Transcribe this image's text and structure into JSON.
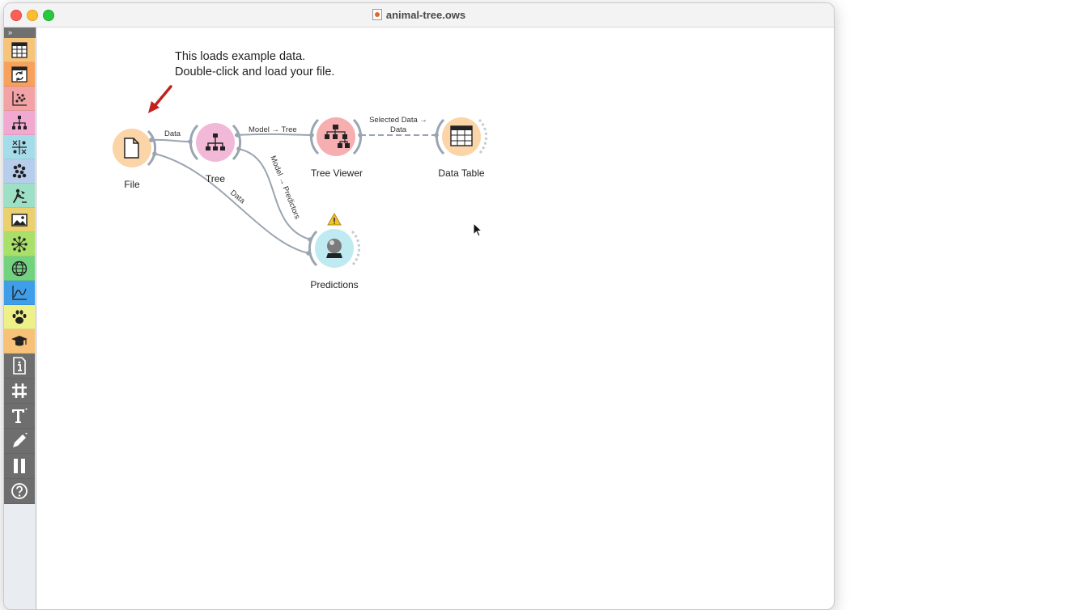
{
  "window": {
    "title": "animal-tree.ows"
  },
  "sidebar": {
    "collapse_label": "»",
    "categories": [
      {
        "name": "data",
        "color": "#f6c47a",
        "icon": "table-icon"
      },
      {
        "name": "transform",
        "color": "#f7a15c",
        "icon": "transform-icon"
      },
      {
        "name": "visualize",
        "color": "#f3a2a5",
        "icon": "scatter-icon"
      },
      {
        "name": "model",
        "color": "#f2a9d1",
        "icon": "tree-icon"
      },
      {
        "name": "evaluate",
        "color": "#a5dcea",
        "icon": "evaluate-icon"
      },
      {
        "name": "unsupervised",
        "color": "#b6cdec",
        "icon": "cluster-icon"
      },
      {
        "name": "educational",
        "color": "#9ee0c6",
        "icon": "miner-icon"
      },
      {
        "name": "image-analytics",
        "color": "#ead06e",
        "icon": "image-icon"
      },
      {
        "name": "network",
        "color": "#a9e06a",
        "icon": "network-icon"
      },
      {
        "name": "geo",
        "color": "#73d27f",
        "icon": "globe-icon"
      },
      {
        "name": "timeseries",
        "color": "#3e9ee9",
        "icon": "timeseries-icon"
      },
      {
        "name": "bioinformatics",
        "color": "#eef08a",
        "icon": "paw-icon"
      },
      {
        "name": "education",
        "color": "#f7c178",
        "icon": "mortarboard-icon"
      }
    ],
    "tools": [
      "info-icon",
      "grid-icon",
      "text-icon",
      "pencil-icon",
      "pause-icon",
      "help-icon"
    ]
  },
  "annotation": {
    "line1": "This loads example data.",
    "line2": "Double-click and load your file."
  },
  "widgets": {
    "file": {
      "label": "File",
      "color": "#fbd5a8"
    },
    "tree": {
      "label": "Tree",
      "color": "#f2b8d7"
    },
    "tree_viewer": {
      "label": "Tree Viewer",
      "color": "#f7aeb0"
    },
    "data_table": {
      "label": "Data Table",
      "color": "#fbd5a8"
    },
    "predictions": {
      "label": "Predictions",
      "color": "#bfeaf2"
    }
  },
  "links": {
    "file_tree": "Data",
    "tree_viewer": "Model → Tree",
    "viewer_table_1": "Selected Data →",
    "viewer_table_2": "Data",
    "tree_predictions": "Model → Predictors",
    "file_predictions": "Data"
  },
  "colors": {
    "arrow": "#c2211f",
    "link": "#9aa5b1",
    "warning": "#f2c12e"
  }
}
